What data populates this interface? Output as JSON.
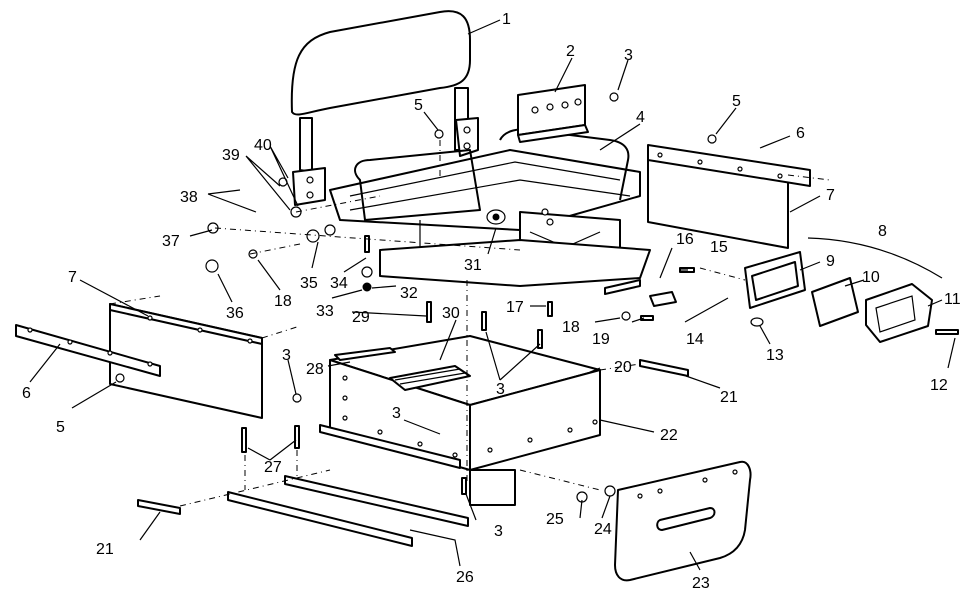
{
  "diagram": {
    "labels": [
      "1",
      "2",
      "3",
      "4",
      "5",
      "6",
      "7",
      "8",
      "9",
      "10",
      "11",
      "12",
      "13",
      "14",
      "15",
      "16",
      "17",
      "18",
      "19",
      "20",
      "21",
      "22",
      "23",
      "24",
      "25",
      "26",
      "27",
      "28",
      "29",
      "30",
      "31",
      "32",
      "33",
      "34",
      "35",
      "36",
      "37",
      "38",
      "39",
      "40"
    ]
  }
}
